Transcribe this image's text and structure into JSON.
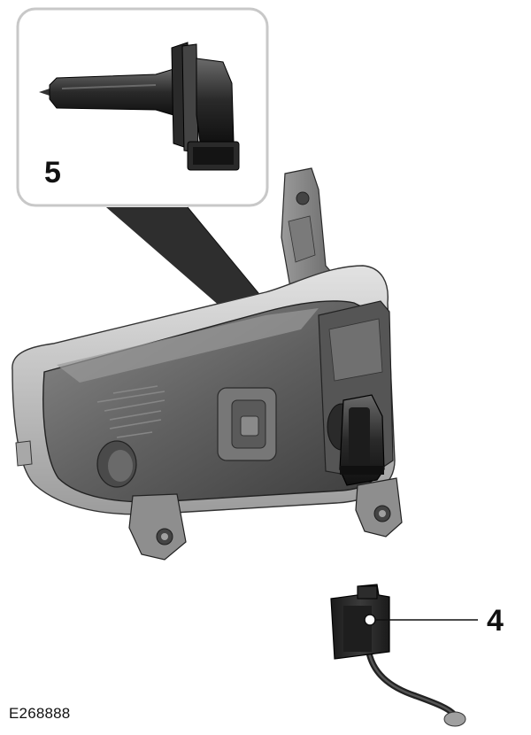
{
  "callouts": {
    "inset_number": "5",
    "connector_number": "4"
  },
  "figure_id": "E268888",
  "icons": {
    "inset": "bulb-detail-icon",
    "lamp": "fog-lamp-assembly-icon",
    "connector": "electrical-connector-icon"
  },
  "colors": {
    "inset_border": "#c8c8c8",
    "leader_fill": "#303030",
    "body_dark": "#3a3a3a",
    "body_mid": "#6e6e6e",
    "body_light": "#a8a8a8",
    "bezel": "#cfcfcf"
  }
}
